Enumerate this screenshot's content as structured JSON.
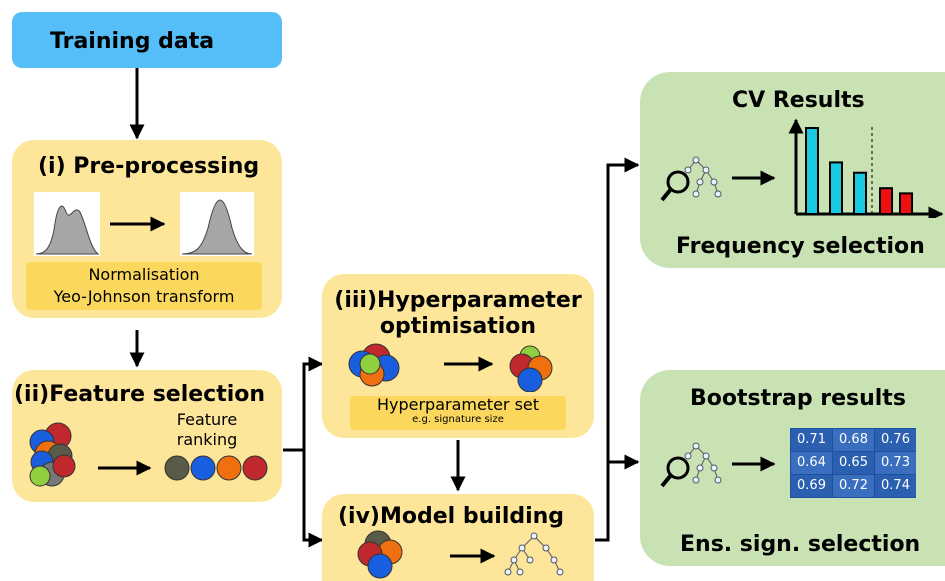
{
  "training": {
    "label": "Training data"
  },
  "preprocessing": {
    "title": "(i) Pre-processing",
    "band_line1": "Normalisation",
    "band_line2": "Yeo-Johnson transform"
  },
  "feature_selection": {
    "title": "(ii)Feature selection",
    "ranking_line1": "Feature",
    "ranking_line2": "ranking"
  },
  "hyperparameter": {
    "title_line1": "(iii)Hyperparameter",
    "title_line2": "optimisation",
    "band_line1": "Hyperparameter set",
    "band_line2": "e.g. signature size"
  },
  "model_building": {
    "title": "(iv)Model building"
  },
  "cv": {
    "title": "CV Results",
    "caption": "Frequency selection",
    "bars_cyan": [
      1.0,
      0.6,
      0.48
    ],
    "bars_red": [
      0.3,
      0.24
    ]
  },
  "bootstrap": {
    "title": "Bootstrap results",
    "caption": "Ens. sign. selection",
    "matrix": [
      [
        "0.71",
        "0.68",
        "0.76"
      ],
      [
        "0.64",
        "0.65",
        "0.73"
      ],
      [
        "0.69",
        "0.72",
        "0.74"
      ]
    ]
  },
  "colors": {
    "training_fill": "#55bdf7",
    "stage_fill": "#fde69a",
    "band_fill": "#fbd85d",
    "result_fill": "#c9e2b3",
    "cyan_bar": "#1bc8e0",
    "red_bar": "#ee1111",
    "heatmap": "#1f4f9e",
    "dot_dark": "#5a5a48",
    "dot_blue": "#1a5ee0",
    "dot_orange": "#f07010",
    "dot_red": "#c0282e",
    "dot_green": "#90d040"
  }
}
